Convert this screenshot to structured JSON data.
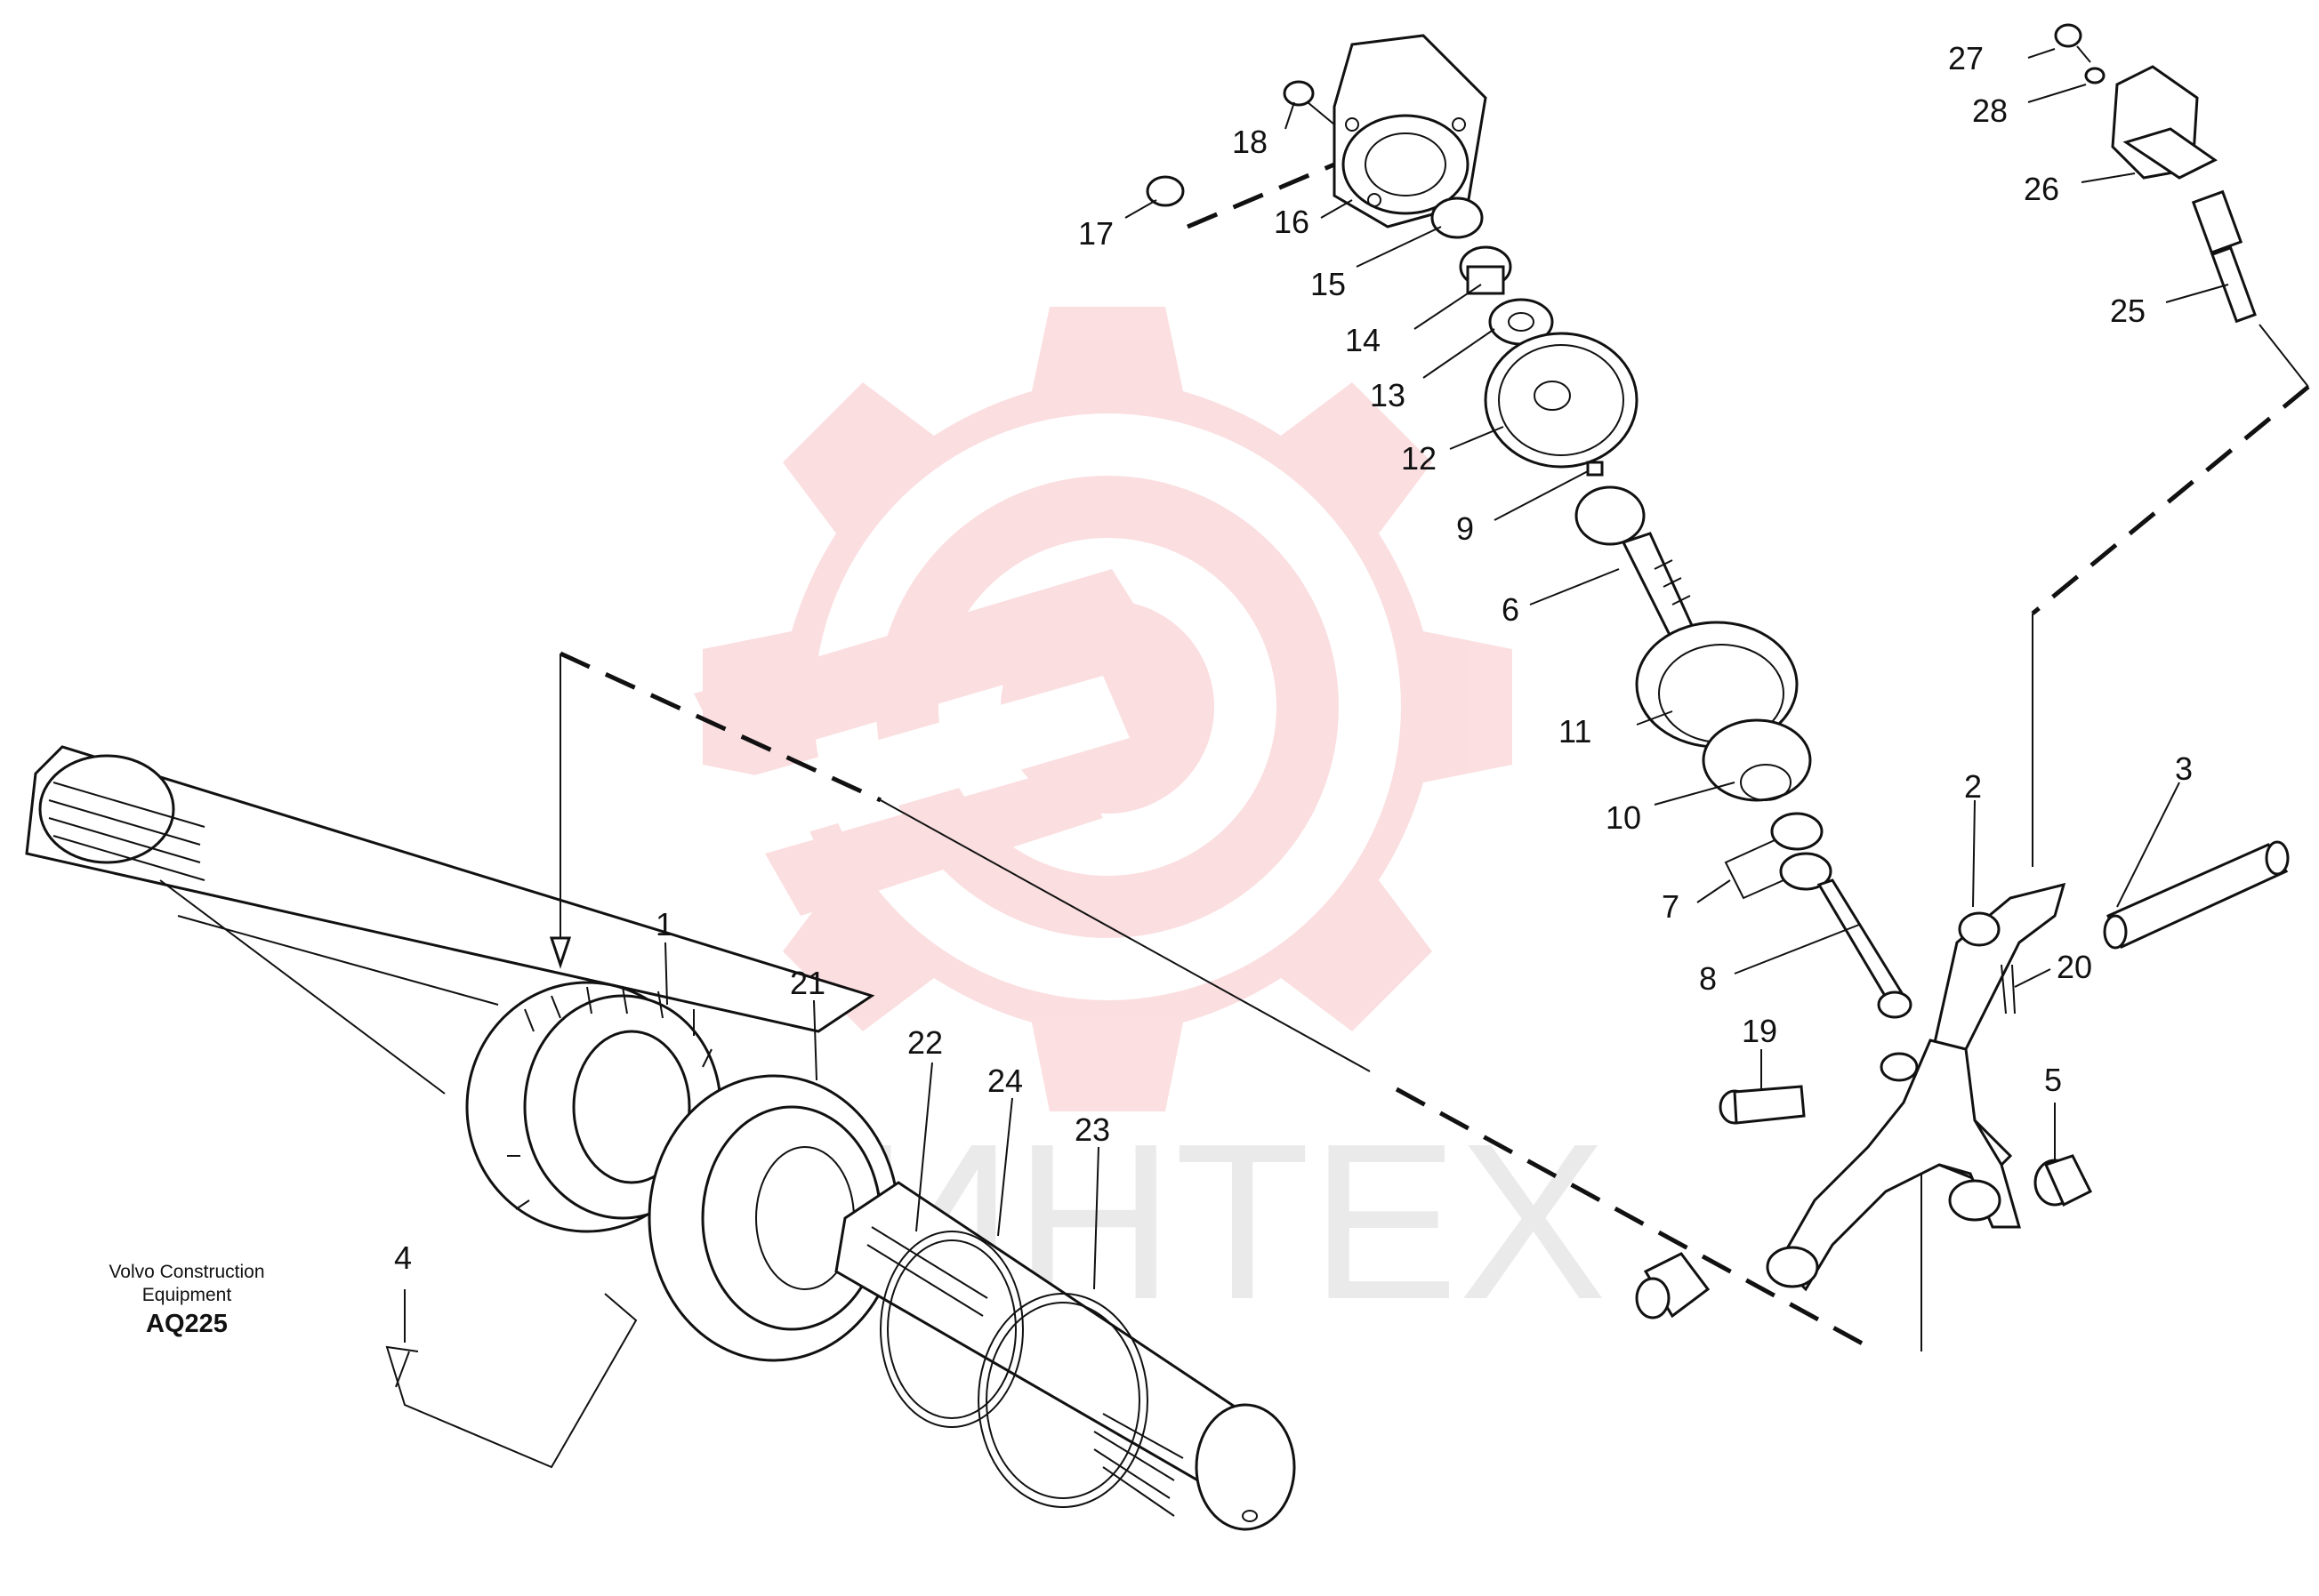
{
  "caption": {
    "line1": "Volvo Construction",
    "line2": "Equipment",
    "code": "AQ225"
  },
  "watermark": {
    "text": "ИНТЕХ",
    "color": "#f4a3a8"
  },
  "parts": [
    {
      "number": "1"
    },
    {
      "number": "2"
    },
    {
      "number": "3"
    },
    {
      "number": "4"
    },
    {
      "number": "5"
    },
    {
      "number": "6"
    },
    {
      "number": "7"
    },
    {
      "number": "8"
    },
    {
      "number": "9"
    },
    {
      "number": "10"
    },
    {
      "number": "11"
    },
    {
      "number": "12"
    },
    {
      "number": "13"
    },
    {
      "number": "14"
    },
    {
      "number": "15"
    },
    {
      "number": "16"
    },
    {
      "number": "17"
    },
    {
      "number": "18"
    },
    {
      "number": "19"
    },
    {
      "number": "20"
    },
    {
      "number": "21"
    },
    {
      "number": "22"
    },
    {
      "number": "23"
    },
    {
      "number": "24"
    },
    {
      "number": "25"
    },
    {
      "number": "26"
    },
    {
      "number": "27"
    },
    {
      "number": "28"
    }
  ]
}
